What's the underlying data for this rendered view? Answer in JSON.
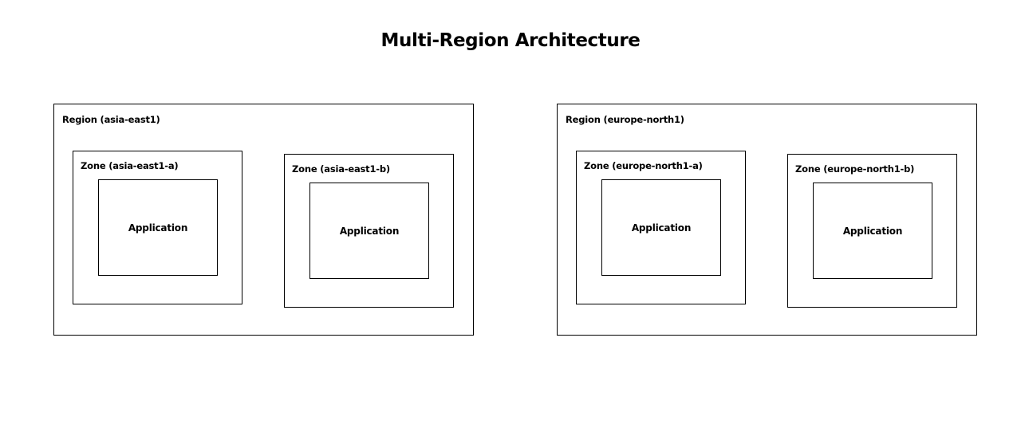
{
  "diagram": {
    "title": "Multi-Region Architecture",
    "border_color": "#000000",
    "background_color": "#ffffff",
    "regions": [
      {
        "label": "Region (asia-east1)",
        "zones": [
          {
            "label": "Zone (asia-east1-a)",
            "app_label": "Application"
          },
          {
            "label": "Zone (asia-east1-b)",
            "app_label": "Application"
          }
        ]
      },
      {
        "label": "Region (europe-north1)",
        "zones": [
          {
            "label": "Zone (europe-north1-a)",
            "app_label": "Application"
          },
          {
            "label": "Zone (europe-north1-b)",
            "app_label": "Application"
          }
        ]
      }
    ]
  }
}
